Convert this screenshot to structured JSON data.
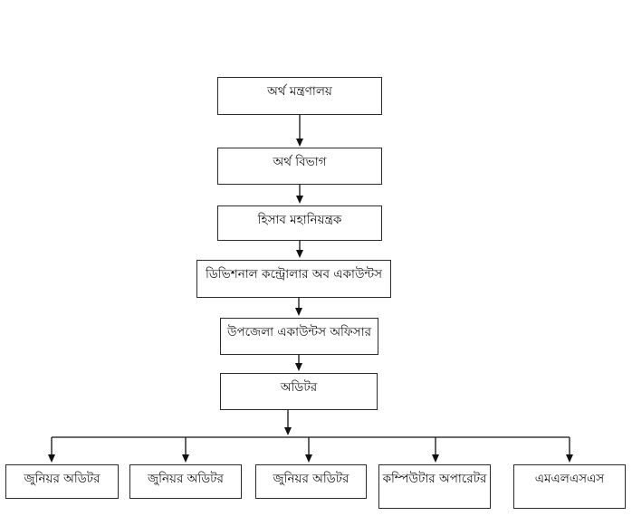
{
  "colors": {
    "background": "#ffffff",
    "box_fill": "#ffffff",
    "box_border": "#2b2b2b",
    "connector": "#111111",
    "text": "#111111"
  },
  "org_chart": {
    "type": "hierarchy-flowchart",
    "direction": "top-down",
    "chain": [
      "অর্থ মন্ত্রণালয়",
      "অর্থ বিভাগ",
      "হিসাব মহানিয়ন্ত্রক",
      "ডিভিশনাল কন্ট্রোলার অব একাউন্টস",
      "উপজেলা একাউন্টস অফিসার",
      "অডিটর"
    ],
    "leaves": [
      "জুনিয়র অডিটর",
      "জুনিয়র অডিটর",
      "জুনিয়র অডিটর",
      "কম্পিউটার অপারেটর",
      "এমএলএসএস"
    ],
    "edges": [
      [
        "অর্থ মন্ত্রণালয়",
        "অর্থ বিভাগ"
      ],
      [
        "অর্থ বিভাগ",
        "হিসাব মহানিয়ন্ত্রক"
      ],
      [
        "হিসাব মহানিয়ন্ত্রক",
        "ডিভিশনাল কন্ট্রোলার অব একাউন্টস"
      ],
      [
        "ডিভিশনাল কন্ট্রোলার অব একাউন্টস",
        "উপজেলা একাউন্টস অফিসার"
      ],
      [
        "উপজেলা একাউন্টস অফিসার",
        "অডিটর"
      ],
      [
        "অডিটর",
        "জুনিয়র অডিটর"
      ],
      [
        "অডিটর",
        "জুনিয়র অডিটর"
      ],
      [
        "অডিটর",
        "জুনিয়র অডিটর"
      ],
      [
        "অডিটর",
        "কম্পিউটার অপারেটর"
      ],
      [
        "অডিটর",
        "এমএলএসএস"
      ]
    ]
  }
}
